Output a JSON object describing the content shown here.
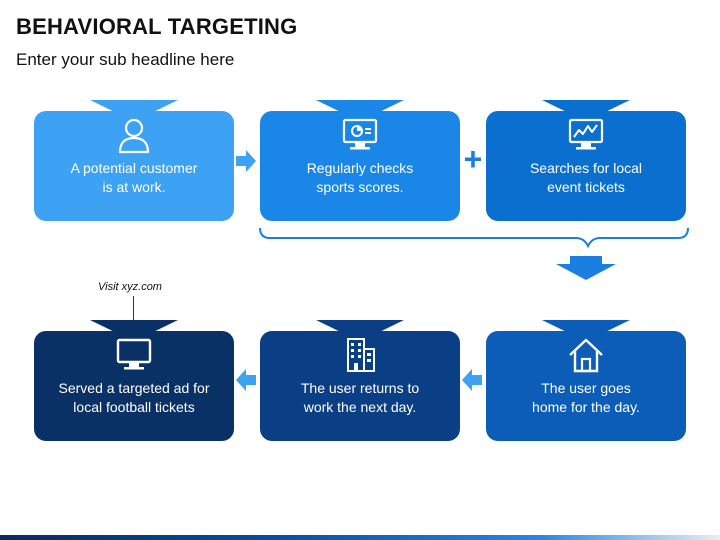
{
  "header": {
    "title": "BEHAVIORAL TARGETING",
    "subtitle": "Enter your sub headline here"
  },
  "cards": [
    {
      "text": "A potential customer\nis at work.",
      "icon": "user-icon",
      "color": "#3ea2f4"
    },
    {
      "text": "Regularly checks\nsports scores.",
      "icon": "monitor-chart-icon",
      "color": "#1a86e8"
    },
    {
      "text": "Searches for local\nevent tickets",
      "icon": "monitor-graph-icon",
      "color": "#0b6fd0"
    },
    {
      "text": "The user goes\nhome for the day.",
      "icon": "house-icon",
      "color": "#0b5db8"
    },
    {
      "text": "The user returns to\nwork the next day.",
      "icon": "building-icon",
      "color": "#0a3f85"
    },
    {
      "text": "Served a targeted ad for\nlocal football tickets",
      "icon": "monitor-icon",
      "color": "#0a3165"
    }
  ],
  "connectors": {
    "plus": "+",
    "arrow_color": "#3ea2f4",
    "down_arrow_color": "#1a7fe0"
  },
  "annotation": {
    "text": "Visit xyz.com"
  }
}
